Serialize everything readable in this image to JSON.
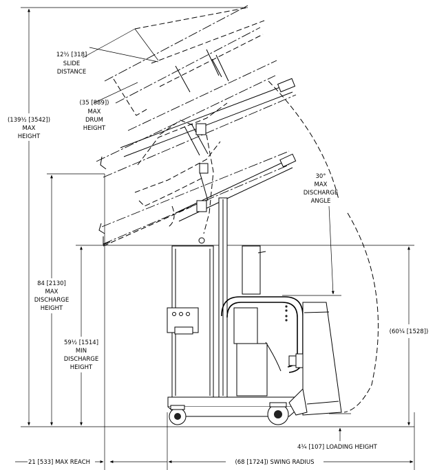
{
  "dimensions": {
    "slide_distance": {
      "value": "12½ [318]",
      "line1": "SLIDE",
      "line2": "DISTANCE"
    },
    "max_drum_height": {
      "value": "(35 [889])",
      "line1": "MAX",
      "line2": "DRUM",
      "line3": "HEIGHT"
    },
    "max_height": {
      "value": "(139½ [3542])",
      "line1": "MAX",
      "line2": "HEIGHT"
    },
    "discharge_angle": {
      "value": "30°",
      "line1": "MAX",
      "line2": "DISCHARGE",
      "line3": "ANGLE"
    },
    "max_discharge_height": {
      "value": "84 [2130]",
      "line1": "MAX",
      "line2": "DISCHARGE",
      "line3": "HEIGHT"
    },
    "min_discharge_height": {
      "value": "59½ [1514]",
      "line1": "MIN",
      "line2": "DISCHARGE",
      "line3": "HEIGHT"
    },
    "right_height": {
      "value": "(60¼ [1528])"
    },
    "loading_height": {
      "value": "4¼ [107] LOADING HEIGHT"
    },
    "max_reach": {
      "value": "21 [533] MAX REACH"
    },
    "swing_radius": {
      "value": "(68 [1724]) SWING RADIUS"
    }
  }
}
